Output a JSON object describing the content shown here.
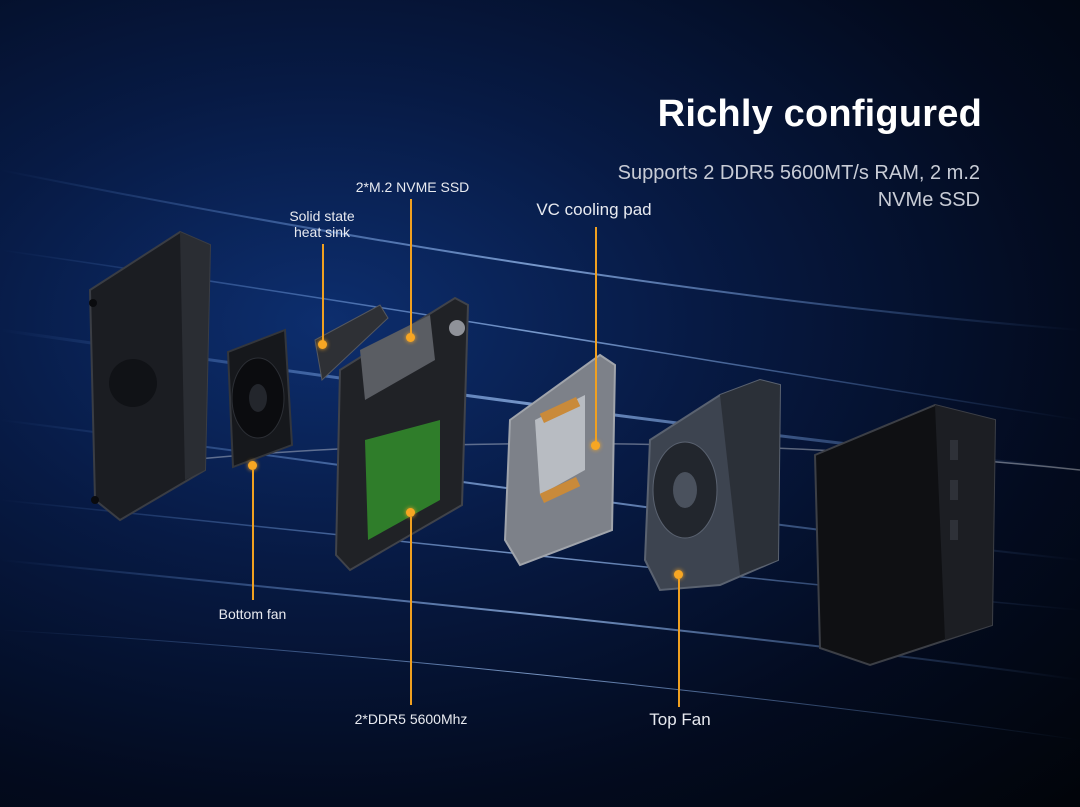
{
  "headline": {
    "title": "Richly configured",
    "subtitle": "Supports 2 DDR5 5600MT/s RAM, 2 m.2 NVMe SSD"
  },
  "callouts": {
    "ssd": "2*M.2 NVME SSD",
    "heat_sink": "Solid state heat sink",
    "vc_pad": "VC cooling pad",
    "bottom_fan": "Bottom fan",
    "ddr5": "2*DDR5 5600Mhz",
    "top_fan": "Top Fan"
  },
  "colors": {
    "accent": "#f7a623",
    "background": "#071a44"
  }
}
